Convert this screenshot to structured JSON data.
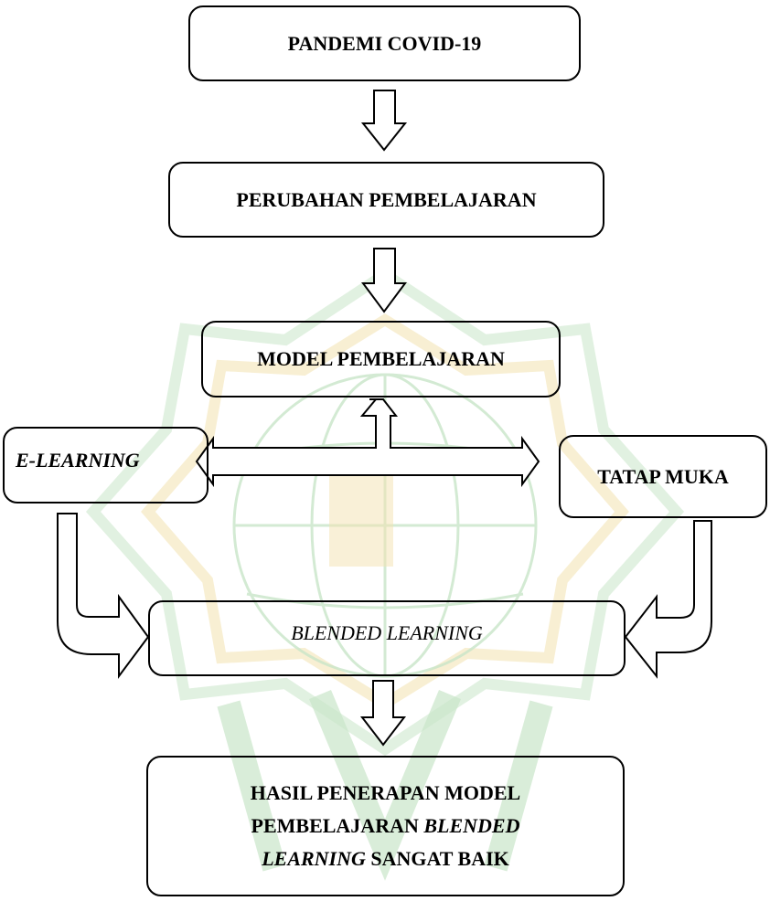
{
  "diagram": {
    "nodes": {
      "pandemi": "PANDEMI COVID-19",
      "perubahan": "PERUBAHAN PEMBELAJARAN",
      "model": "MODEL PEMBELAJARAN",
      "elearning": "E-LEARNING",
      "tatap_muka": "TATAP MUKA",
      "blended": "BLENDED LEARNING",
      "hasil": {
        "line1": "HASIL PENERAPAN MODEL",
        "line2_a": "PEMBELAJARAN ",
        "line2_b": "BLENDED",
        "line3_a": "LEARNING",
        "line3_b": " SANGAT BAIK"
      }
    },
    "edges": [
      {
        "from": "PANDEMI COVID-19",
        "to": "PERUBAHAN PEMBELAJARAN"
      },
      {
        "from": "PERUBAHAN PEMBELAJARAN",
        "to": "MODEL PEMBELAJARAN"
      },
      {
        "from": "MODEL PEMBELAJARAN",
        "to": "E-LEARNING"
      },
      {
        "from": "MODEL PEMBELAJARAN",
        "to": "TATAP MUKA"
      },
      {
        "from": "E-LEARNING",
        "to": "BLENDED LEARNING"
      },
      {
        "from": "TATAP MUKA",
        "to": "BLENDED LEARNING"
      },
      {
        "from": "BLENDED LEARNING",
        "to": "HASIL PENERAPAN MODEL PEMBELAJARAN BLENDED LEARNING SANGAT BAIK"
      }
    ],
    "colors": {
      "stroke": "#000000",
      "watermark_green": "#c9e6c9",
      "watermark_yellow": "#f3e2b0"
    }
  }
}
